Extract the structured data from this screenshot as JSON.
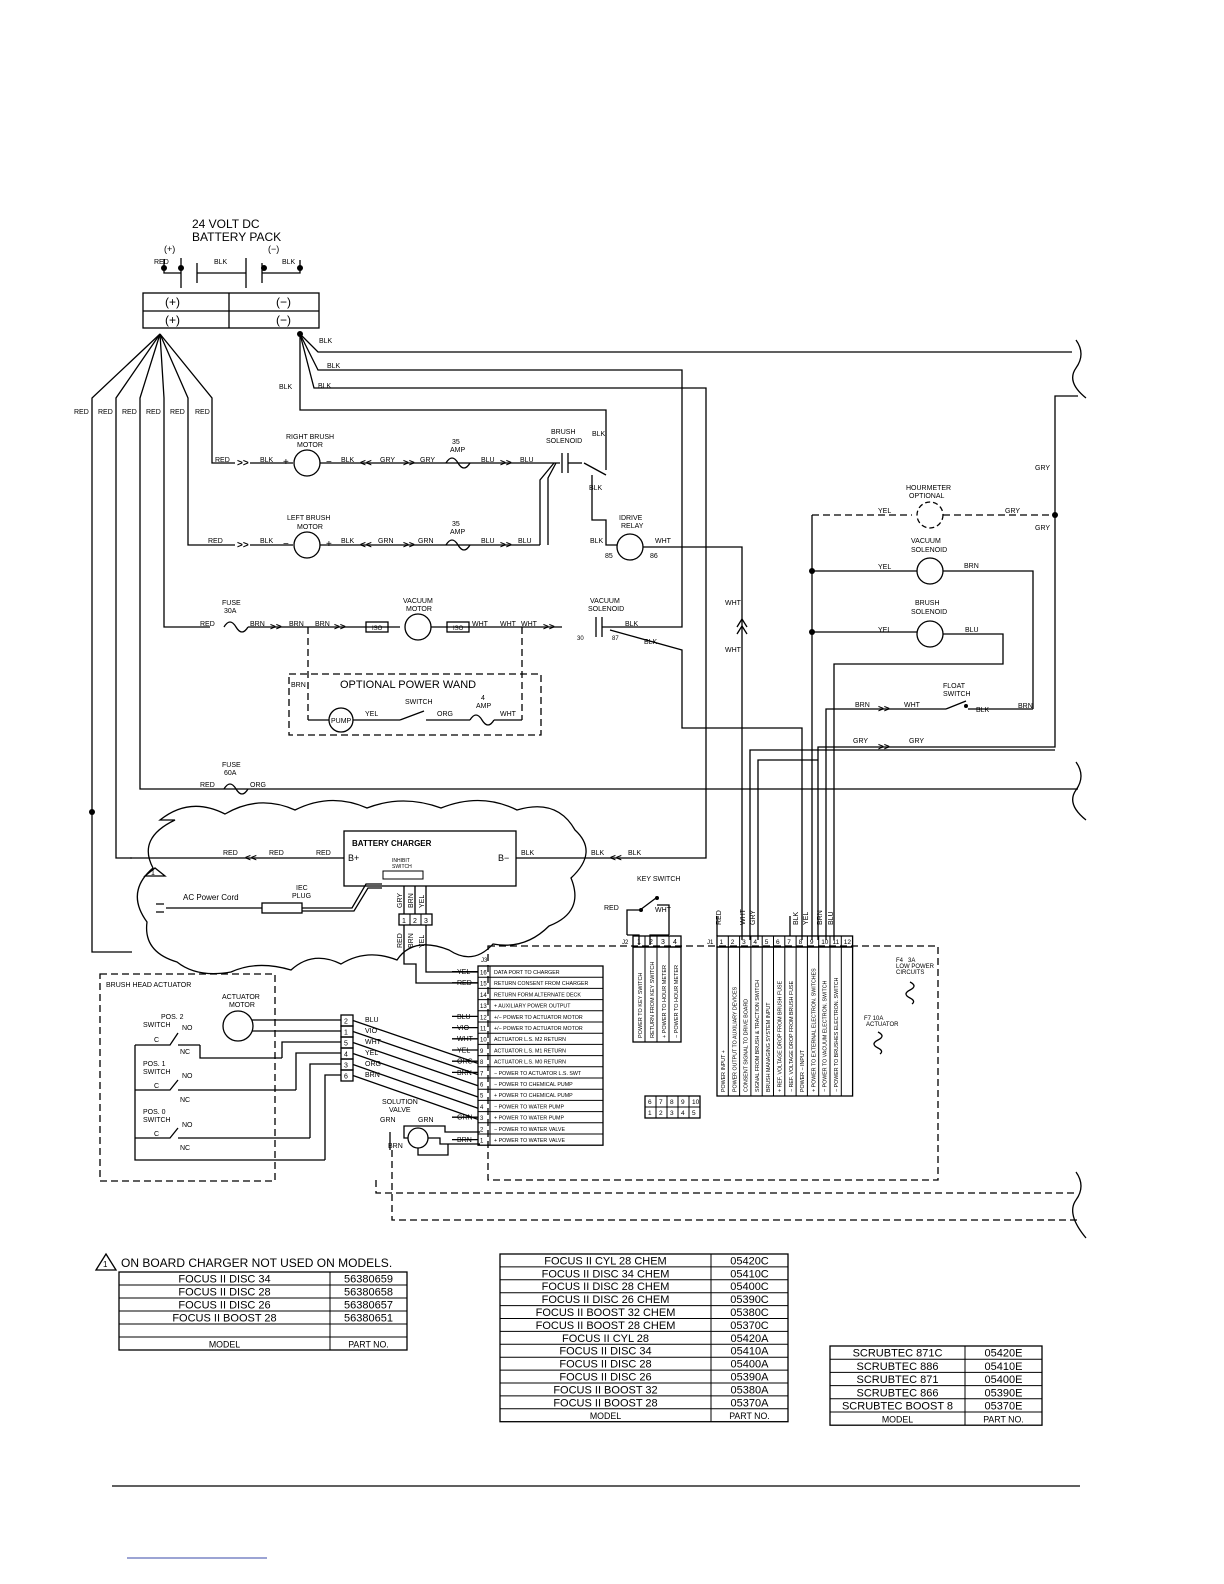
{
  "battery": {
    "title_line1": "24 VOLT DC",
    "title_line2": "BATTERY PACK",
    "pos": "(+)",
    "neg": "(−)"
  },
  "wire": {
    "red": "RED",
    "blk": "BLK",
    "gry": "GRY",
    "blu": "BLU",
    "grn": "GRN",
    "brn": "BRN",
    "wht": "WHT",
    "yel": "YEL",
    "org": "ORG",
    "vio": "VIO"
  },
  "components": {
    "right_brush_motor": [
      "RIGHT BRUSH",
      "MOTOR"
    ],
    "left_brush_motor": [
      "LEFT BRUSH",
      "MOTOR"
    ],
    "fuse35": [
      "35",
      "AMP"
    ],
    "brush_solenoid": [
      "BRUSH",
      "SOLENOID"
    ],
    "idrive_relay": [
      "IDRIVE",
      "RELAY"
    ],
    "relay_85": "85",
    "relay_86": "86",
    "fuse30": [
      "FUSE",
      "30A"
    ],
    "vacuum_motor": [
      "VACUUM",
      "MOTOR"
    ],
    "iso": "ISO",
    "vacuum_solenoid": [
      "VACUUM",
      "SOLENOID"
    ],
    "sol_30": "30",
    "sol_87": "87",
    "optional_power_wand": "OPTIONAL POWER WAND",
    "pump": "PUMP",
    "switch": "SWITCH",
    "fuse4": [
      "4",
      "AMP"
    ],
    "fuse60": [
      "FUSE",
      "60A"
    ],
    "hourmeter": [
      "HOURMETER",
      "OPTIONAL"
    ],
    "r_vacuum_solenoid": [
      "VACUUM",
      "SOLENOID"
    ],
    "r_brush_solenoid": [
      "BRUSH",
      "SOLENOID"
    ],
    "float_switch": [
      "FLOAT",
      "SWITCH"
    ],
    "battery_charger": "BATTERY CHARGER",
    "b_plus": "B+",
    "b_minus": "B−",
    "inhibit_switch": [
      "INHIBIT",
      "SWITCH"
    ],
    "ac_power_cord": "AC Power Cord",
    "iec_plug": [
      "IEC",
      "PLUG"
    ],
    "note_marker": "1",
    "key_switch": "KEY SWITCH",
    "brush_head_actuator": "BRUSH HEAD ACTUATOR",
    "actuator_motor": [
      "ACTUATOR",
      "MOTOR"
    ],
    "pos2": [
      "POS. 2",
      "SWITCH"
    ],
    "pos1": [
      "POS. 1",
      "SWITCH"
    ],
    "pos0": [
      "POS. 0",
      "SWITCH"
    ],
    "c": "C",
    "no": "NO",
    "nc": "NC",
    "solution_valve": [
      "SOLUTION",
      "VALVE"
    ],
    "j1": "J1",
    "j2": "J2",
    "j3": "J3",
    "f4": [
      "F4",
      "3A",
      "LOW POWER",
      "CIRCUITS"
    ],
    "f7": [
      "F7 10A",
      "ACTUATOR"
    ]
  },
  "charger_pins": [
    "1",
    "2",
    "3"
  ],
  "charger_pin_wires": [
    "GRY",
    "BRN",
    "YEL"
  ],
  "j3_rows": [
    {
      "n": "16",
      "wire": "YEL",
      "desc": "DATA PORT TO CHARGER"
    },
    {
      "n": "15",
      "wire": "RED",
      "desc": "RETURN CONSENT FROM CHARGER"
    },
    {
      "n": "14",
      "wire": "",
      "desc": "RETURN FORM ALTERNATE DECK"
    },
    {
      "n": "13",
      "wire": "",
      "desc": "+ AUXILIARY POWER OUTPUT"
    },
    {
      "n": "12",
      "wire": "BLU",
      "desc": "+/− POWER TO ACTUATOR MOTOR"
    },
    {
      "n": "11",
      "wire": "VIO",
      "desc": "+/− POWER TO ACTUATOR MOTOR"
    },
    {
      "n": "10",
      "wire": "WHT",
      "desc": "ACTUATOR L.S. M2 RETURN"
    },
    {
      "n": "9",
      "wire": "YEL",
      "desc": "ACTUATOR L.S. M1 RETURN"
    },
    {
      "n": "8",
      "wire": "ORG",
      "desc": "ACTUATOR L.S. M0 RETURN"
    },
    {
      "n": "7",
      "wire": "BRN",
      "desc": "− POWER TO ACTUATOR L.S. SWT"
    },
    {
      "n": "6",
      "wire": "",
      "desc": "− POWER TO CHEMICAL PUMP"
    },
    {
      "n": "5",
      "wire": "",
      "desc": "+ POWER TO CHEMICAL PUMP"
    },
    {
      "n": "4",
      "wire": "",
      "desc": "− POWER TO WATER PUMP"
    },
    {
      "n": "3",
      "wire": "GRN",
      "desc": "+ POWER TO WATER PUMP"
    },
    {
      "n": "2",
      "wire": "",
      "desc": "− POWER TO WATER VALVE"
    },
    {
      "n": "1",
      "wire": "BRN",
      "desc": "+ POWER TO WATER VALVE"
    }
  ],
  "actuator_conn": [
    {
      "n": "2",
      "wire": "BLU"
    },
    {
      "n": "1",
      "wire": "VIO"
    },
    {
      "n": "5",
      "wire": "WHT"
    },
    {
      "n": "4",
      "wire": "YEL"
    },
    {
      "n": "3",
      "wire": "ORG"
    },
    {
      "n": "6",
      "wire": "BRN"
    }
  ],
  "j2_pins": [
    "1",
    "2",
    "3",
    "4"
  ],
  "j2_labels": [
    "POWER TO KEY SWITCH",
    "RETURN FROM KEY SWITCH",
    "+ POWER TO HOUR METER",
    "− POWER TO HOUR METER"
  ],
  "j1_pins": [
    "1",
    "2",
    "3",
    "4",
    "5",
    "6",
    "7",
    "8",
    "9",
    "10",
    "11",
    "12"
  ],
  "j1_wires": [
    "RED",
    "",
    "WHT",
    "GRY",
    "",
    "",
    "",
    "BLK",
    "YEL",
    "BRN",
    "BLU",
    ""
  ],
  "j1_labels": [
    "POWER INPUT +",
    "POWER OUTPUT TO AUXILIARY DEVICES",
    "CONSENT SIGNAL TO DRIVE BOARD",
    "SIGNAL FROM BRUSH & TRACTION SWITCH",
    "BRUSH MANAGING SYSTEM INPUT",
    "+ REF. VOLTAGE DROP FROM BRUSH FUSE",
    "− REF. VOLTAGE DROP FROM BRUSH FUSE",
    "POWER − INPUT",
    "+ POWER TO EXTERNAL ELECTRON. SWITCHES",
    "− POWER TO VACUUM ELECTRON. SWITCH",
    "− POWER TO BRUSHES ELECTRON. SWITCH",
    ""
  ],
  "small_grid": {
    "top": [
      "6",
      "7",
      "8",
      "9",
      "10"
    ],
    "bottom": [
      "1",
      "2",
      "3",
      "4",
      "5"
    ]
  },
  "note_text": "ON BOARD CHARGER NOT USED ON MODELS.",
  "table1": {
    "rows": [
      [
        "FOCUS II DISC 34",
        "56380659"
      ],
      [
        "FOCUS II DISC 28",
        "56380658"
      ],
      [
        "FOCUS II DISC 26",
        "56380657"
      ],
      [
        "FOCUS II BOOST 28",
        "56380651"
      ],
      [
        "",
        ""
      ]
    ],
    "header": [
      "MODEL",
      "PART NO."
    ]
  },
  "table2": {
    "rows": [
      [
        "FOCUS II CYL 28 CHEM",
        "05420C"
      ],
      [
        "FOCUS II DISC 34 CHEM",
        "05410C"
      ],
      [
        "FOCUS II DISC 28 CHEM",
        "05400C"
      ],
      [
        "FOCUS II DISC 26 CHEM",
        "05390C"
      ],
      [
        "FOCUS II BOOST 32 CHEM",
        "05380C"
      ],
      [
        "FOCUS II BOOST 28 CHEM",
        "05370C"
      ],
      [
        "FOCUS II CYL 28",
        "05420A"
      ],
      [
        "FOCUS II DISC 34",
        "05410A"
      ],
      [
        "FOCUS II DISC 28",
        "05400A"
      ],
      [
        "FOCUS II DISC 26",
        "05390A"
      ],
      [
        "FOCUS II BOOST 32",
        "05380A"
      ],
      [
        "FOCUS II BOOST 28",
        "05370A"
      ]
    ],
    "header": [
      "MODEL",
      "PART NO."
    ]
  },
  "table3": {
    "rows": [
      [
        "SCRUBTEC 871C",
        "05420E"
      ],
      [
        "SCRUBTEC 886",
        "05410E"
      ],
      [
        "SCRUBTEC 871",
        "05400E"
      ],
      [
        "SCRUBTEC 866",
        "05390E"
      ],
      [
        "SCRUBTEC BOOST 8",
        "05370E"
      ]
    ],
    "header": [
      "MODEL",
      "PART NO."
    ]
  }
}
